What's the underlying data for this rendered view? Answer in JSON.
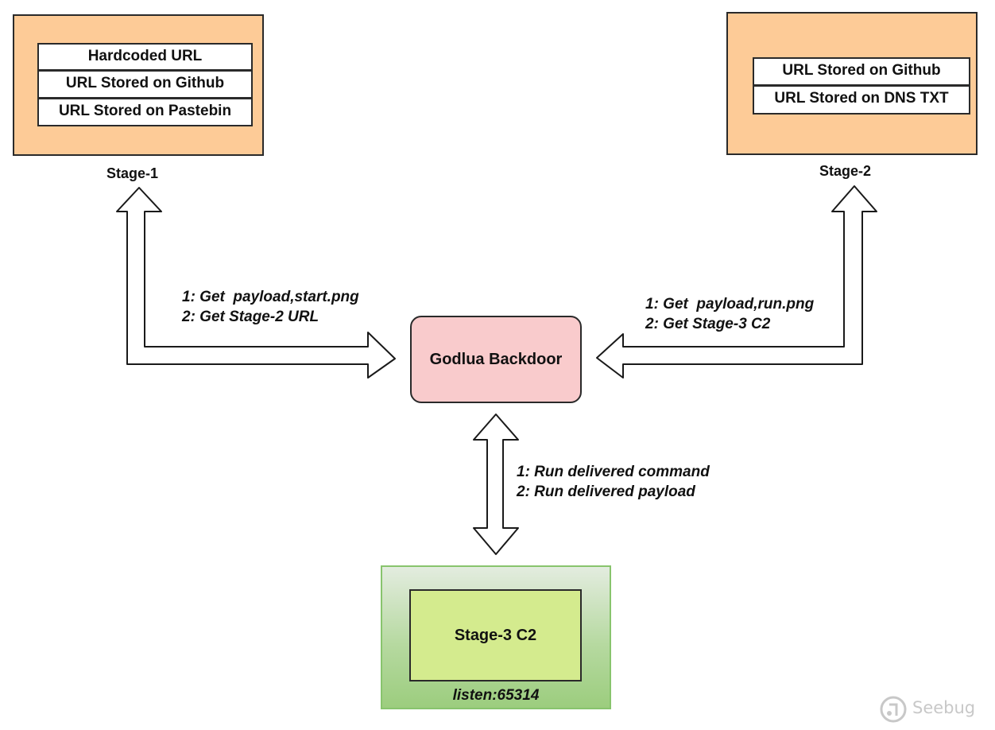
{
  "stage1": {
    "label": "Stage-1",
    "items": [
      "Hardcoded URL",
      "URL Stored on Github",
      "URL Stored on Pastebin"
    ]
  },
  "stage2": {
    "label": "Stage-2",
    "items": [
      "URL Stored on Github",
      "URL Stored on DNS TXT"
    ]
  },
  "center": {
    "label": "Godlua Backdoor"
  },
  "stage3": {
    "label": "Stage-3 C2",
    "listen": "listen:65314"
  },
  "edges": {
    "stage1": [
      "1: Get  payload,start.png",
      "2: Get Stage-2 URL"
    ],
    "stage2": [
      "1: Get  payload,run.png",
      "2: Get Stage-3 C2"
    ],
    "stage3": [
      "1: Run delivered command",
      "2: Run delivered payload"
    ]
  },
  "watermark": {
    "text": "Seebug"
  },
  "colors": {
    "stage_fill": "#fdcb97",
    "center_fill": "#f9cbcc",
    "c2_fill": "#d4eb8e",
    "c2_frame": "#9ccd7e"
  }
}
